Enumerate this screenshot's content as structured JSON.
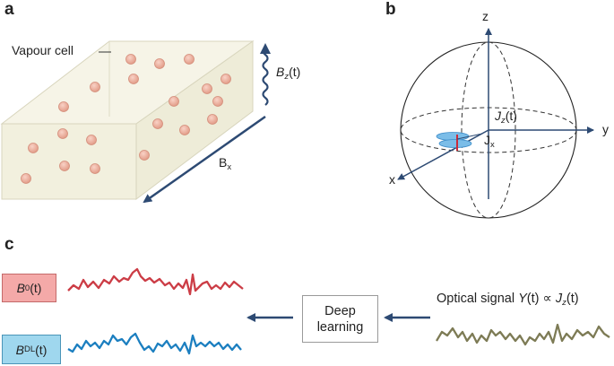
{
  "panels": {
    "a": "a",
    "b": "b",
    "c": "c"
  },
  "panel_a": {
    "vapour_cell_label": "Vapour cell",
    "bz_label": {
      "base": "B",
      "sub": "z",
      "arg": "(t)"
    },
    "bx_label": {
      "base": "B",
      "sub": "x"
    }
  },
  "panel_b": {
    "axis_z": "z",
    "axis_y": "y",
    "axis_x": "x",
    "jz_label": {
      "base": "J",
      "sub": "z",
      "arg": "(t)"
    },
    "jx_label": {
      "base": "J",
      "sub": "x"
    }
  },
  "panel_c": {
    "b0_label": {
      "base": "B",
      "sub": "0",
      "arg": "(t)"
    },
    "bdl_label": {
      "base": "B",
      "sub": "DL",
      "arg": "(t)"
    },
    "deep_learning": {
      "line1": "Deep",
      "line2": "learning"
    },
    "optical_signal": {
      "prefix": "Optical signal ",
      "y": "Y",
      "y_arg": "(t) ∝ ",
      "j": "J",
      "j_sub": "z",
      "j_arg": "(t)"
    }
  },
  "colors": {
    "atom": "#efb6a6",
    "cell_fill": "#f3f1e1",
    "arrow_navy": "#2d4a73",
    "b0_trace": "#cc3d46",
    "bdl_trace": "#1c7fc0",
    "optical_trace": "#7d7b55",
    "b0_box": "#f4a9a8",
    "bdl_box": "#9fd7ee"
  }
}
